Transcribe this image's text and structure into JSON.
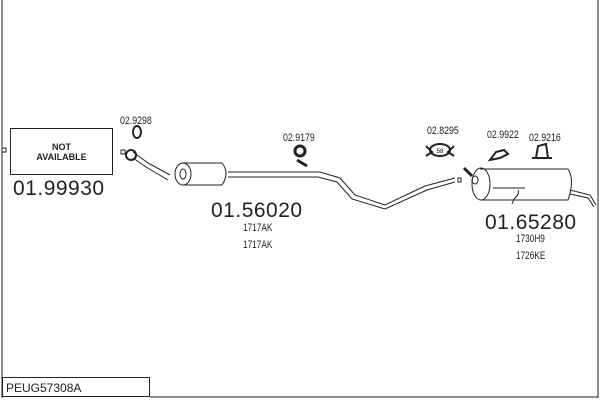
{
  "not_available": {
    "line1": "NOT",
    "line2": "AVAILABLE"
  },
  "parts": [
    {
      "number": "01.99930"
    },
    {
      "number": "01.56020",
      "refs": [
        "1717AK",
        "1717AK"
      ]
    },
    {
      "number": "01.65280",
      "refs": [
        "1730H9",
        "1726KE"
      ]
    }
  ],
  "accessories": [
    "02.9298",
    "02.9179",
    "02.8295",
    "02.9922",
    "02.9216"
  ],
  "clamp_size": "58",
  "model_code": "PEUG57308A"
}
